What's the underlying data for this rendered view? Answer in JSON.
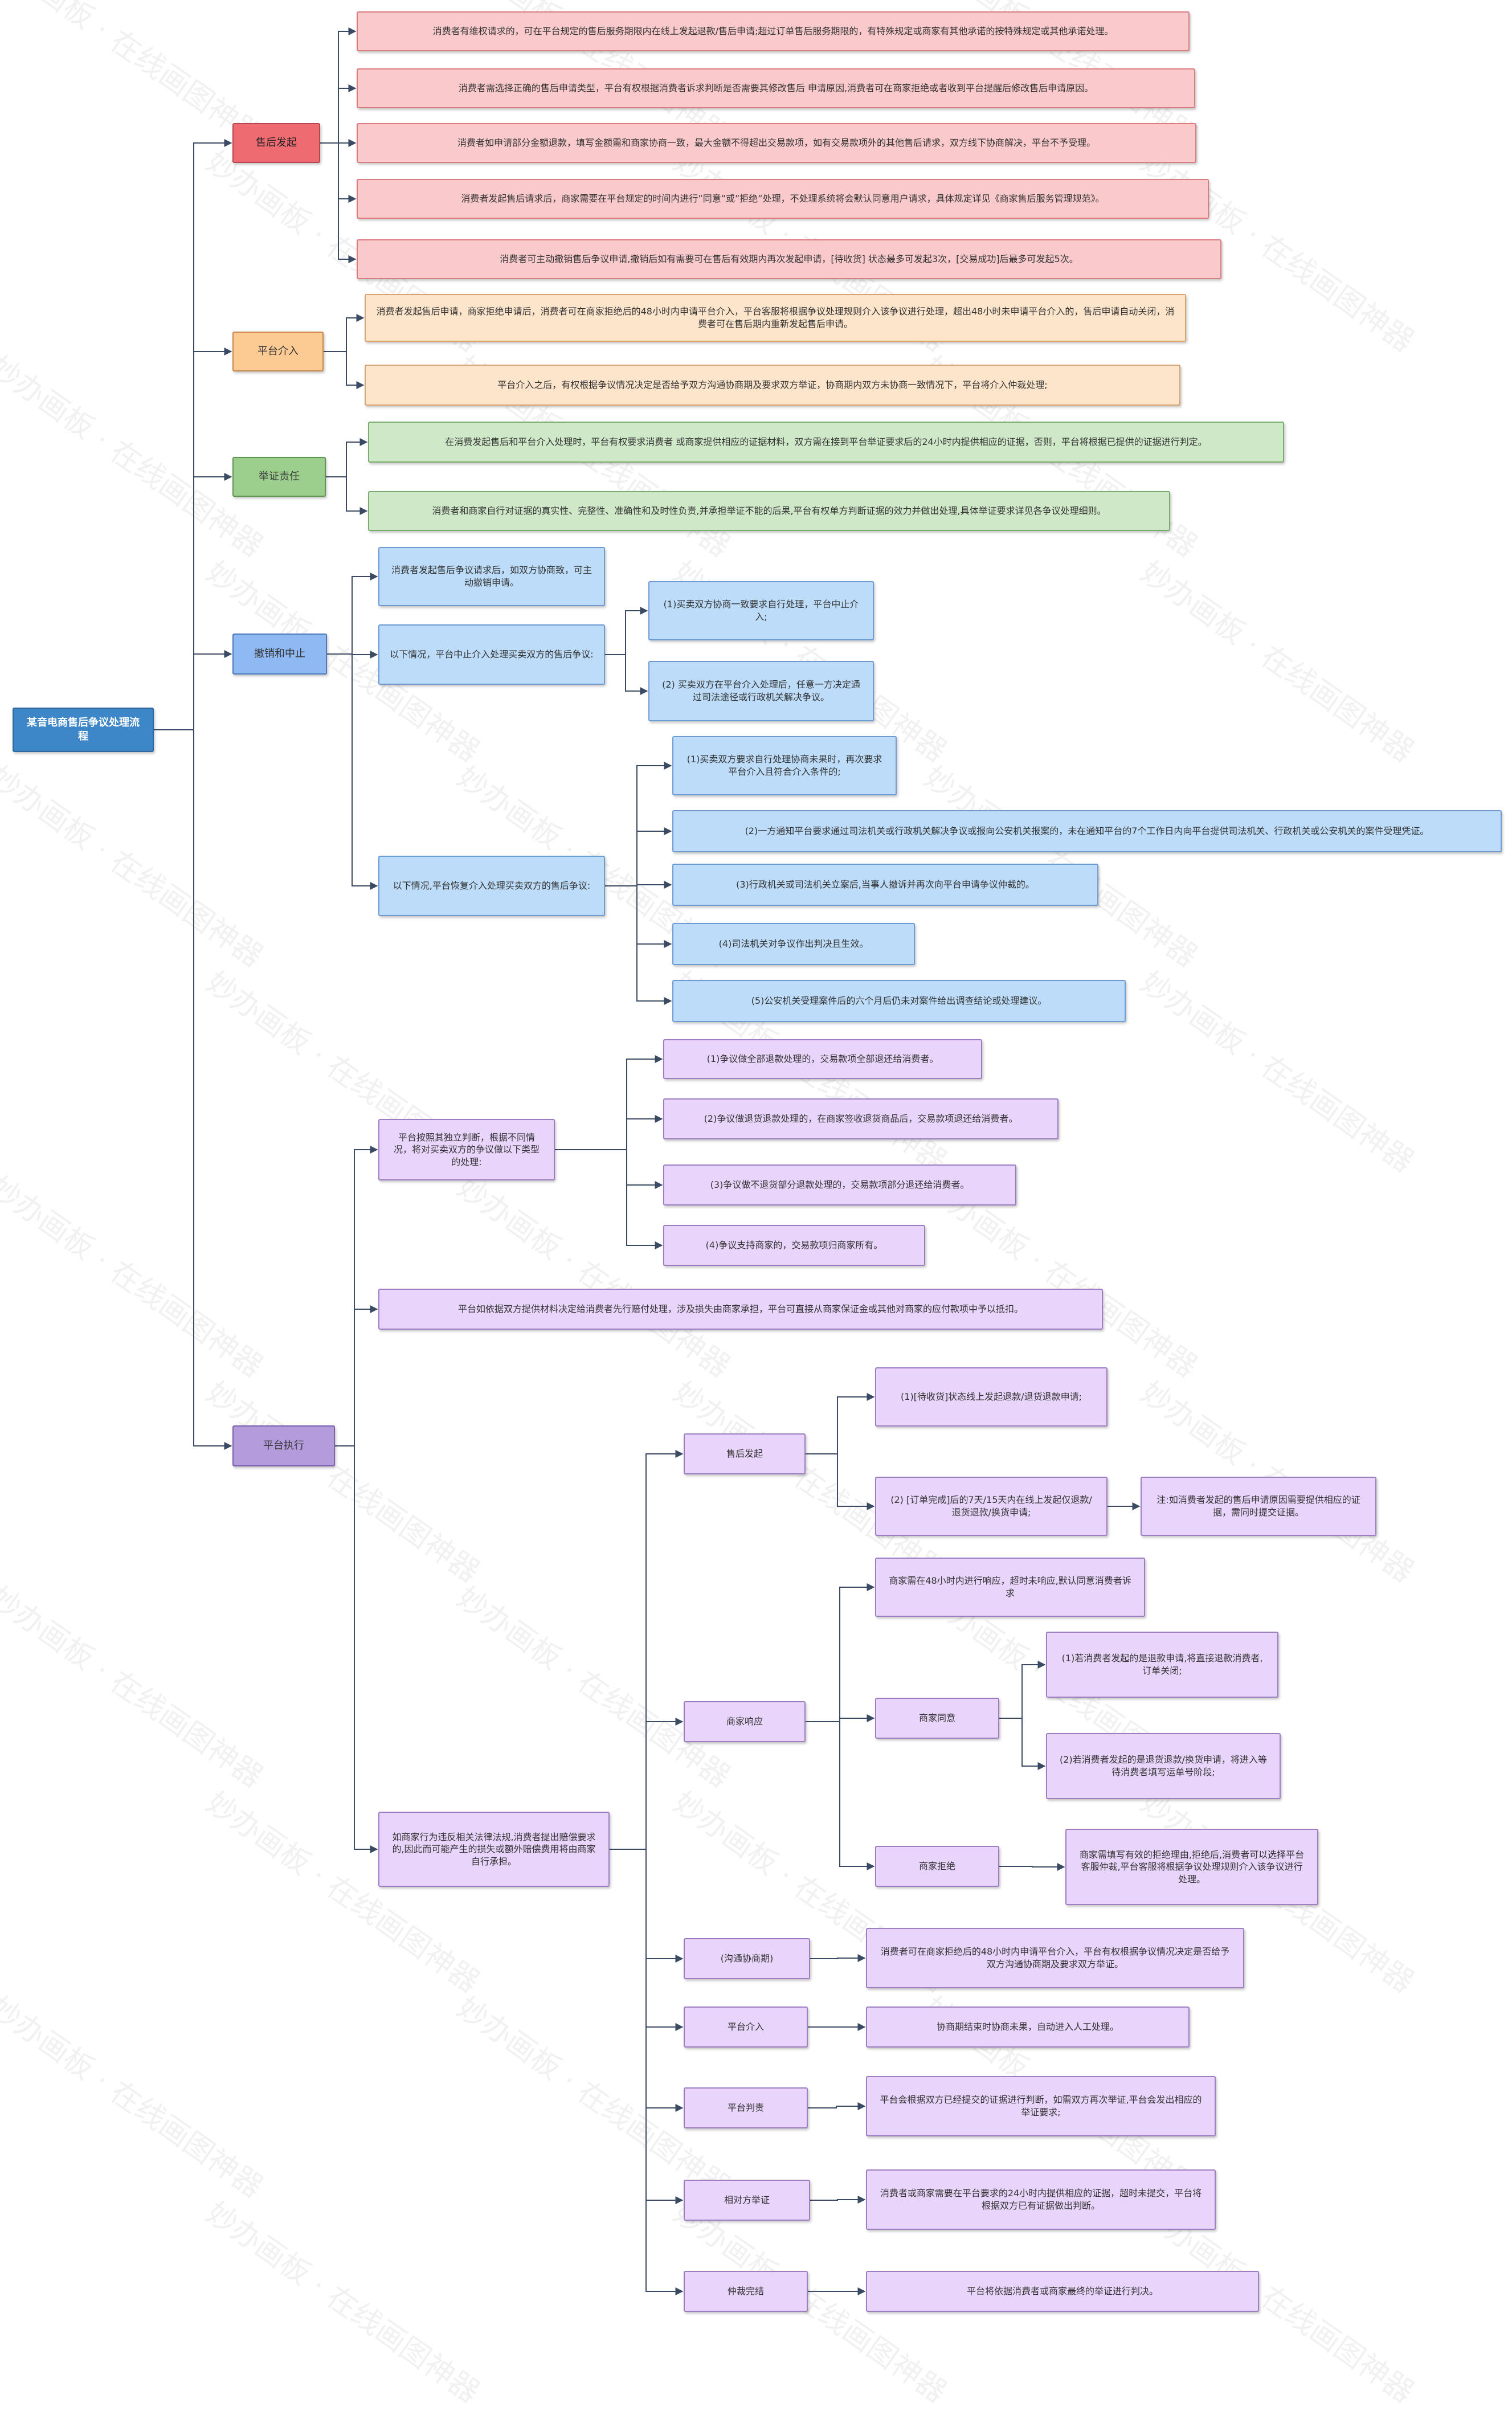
{
  "watermark": "妙办画板 · 在线画图神器",
  "colors": {
    "connector": "#3b4a63",
    "root": "#3d86c8",
    "after_sale": "#ef6b72",
    "platform_intervene": "#fccb94",
    "burden_of_proof": "#9ccf8e",
    "withdraw_suspend": "#8eb9f2",
    "platform_execute": "#b39bdc"
  },
  "root": {
    "label": "某音电商售后争议处理流程"
  },
  "branches": {
    "after_sale": {
      "label": "售后发起",
      "items": [
        "消费者有维权请求的，可在平台规定的售后服务期限内在线上发起退款/售后申请;超过订单售后服务期限的，有特殊规定或商家有其他承诺的按特殊规定或其他承诺处理。",
        "消费者需选择正确的售后申请类型，平台有权根据消费者诉求判断是否需要其修改售后 申请原因,消费者可在商家拒绝或者收到平台提醒后修改售后申请原因。",
        "消费者如申请部分金额退款，填写金额需和商家协商一致，最大金额不得超出交易款项，如有交易款项外的其他售后请求，双方线下协商解决，平台不予受理。",
        "消费者发起售后请求后，商家需要在平台规定的时间内进行”同意”或”拒绝”处理，不处理系统将会默认同意用户请求，具体规定详见《商家售后服务管理规范》。",
        "消费者可主动撤销售后争议申请,撤销后如有需要可在售后有效期内再次发起申请，[待收货] 状态最多可发起3次，[交易成功]后最多可发起5次。"
      ]
    },
    "platform_intervene": {
      "label": "平台介入",
      "items": [
        "消费者发起售后申请，商家拒绝申请后，消费者可在商家拒绝后的48小时内申请平台介入，平台客服将根据争议处理规则介入该争议进行处理，超出48小时未申请平台介入的，售后申请自动关闭，消费者可在售后期内重新发起售后申请。",
        "平台介入之后，有权根据争议情况决定是否给予双方沟通协商期及要求双方举证，协商期内双方未协商一致情况下，平台将介入仲裁处理;"
      ]
    },
    "burden_of_proof": {
      "label": "举证责任",
      "items": [
        "在消费发起售后和平台介入处理时，平台有权要求消费者 或商家提供相应的证据材料，双方需在接到平台举证要求后的24小时内提供相应的证据，否则，平台将根据已提供的证据进行判定。",
        "消费者和商家自行对证据的真实性、完整性、准确性和及时性负责,并承担举证不能的后果,平台有权单方判断证据的效力并做出处理,具体举证要求详见各争议处理细则。"
      ]
    },
    "withdraw_suspend": {
      "label": "撤销和中止",
      "items": [
        {
          "label": "消费者发起售后争议请求后，如双方协商致，可主动撤销申请。"
        },
        {
          "label": "以下情况，平台中止介入处理买卖双方的售后争议:",
          "children": [
            "(1)买卖双方协商一致要求自行处理，平台中止介入;",
            "(2) 买卖双方在平台介入处理后，任意一方决定通过司法途径或行政机关解决争议。"
          ]
        },
        {
          "label": "以下情况,平台恢复介入处理买卖双方的售后争议:",
          "children": [
            "(1)买卖双方要求自行处理协商未果时，再次要求平台介入且符合介入条件的;",
            "(2)一方通知平台要求通过司法机关或行政机关解决争议或报向公安机关报案的，未在通知平台的7个工作日内向平台提供司法机关、行政机关或公安机关的案件受理凭证。",
            "(3)行政机关或司法机关立案后,当事人撤诉并再次向平台申请争议仲裁的。",
            "(4)司法机关对争议作出判决且生效。",
            "(5)公安机关受理案件后的六个月后仍未对案件给出调查结论或处理建议。"
          ]
        }
      ]
    },
    "platform_execute": {
      "label": "平台执行",
      "items": [
        {
          "label": "平台按照其独立判断，根据不同情况，将对买卖双方的争议做以下类型的处理:",
          "children": [
            "(1)争议做全部退款处理的，交易款项全部退还给消费者。",
            "(2)争议做退货退款处理的，在商家签收退货商品后，交易款项退还给消费者。",
            "(3)争议做不退货部分退款处理的，交易款项部分退还给消费者。",
            "(4)争议支持商家的，交易款项归商家所有。"
          ]
        },
        {
          "label": "平台如依据双方提供材料决定给消费者先行赔付处理，涉及损失由商家承担，平台可直接从商家保证金或其他对商家的应付款项中予以抵扣。"
        },
        {
          "label": "如商家行为违反相关法律法规,消费者提出赔偿要求的,因此而可能产生的损失或额外赔偿费用将由商家自行承担。",
          "stages": {
            "after_sale": {
              "label": "售后发起",
              "opt1": "(1)[待收货]状态线上发起退款/退货退款申请;",
              "opt2": "(2) [订单完成]后的7天/15天内在线上发起仅退款/退货退款/换货申请;",
              "note": "注:如消费者发起的售后申请原因需要提供相应的证据，需同时提交证据。"
            },
            "merchant_response": {
              "label": "商家响应",
              "timeout": "商家需在48小时内进行响应，超时未响应,默认同意消费者诉求",
              "agree": "商家同意",
              "agree1": "(1)若消费者发起的是退款申请,将直接退款消费者,订单关闭;",
              "agree2": "(2)若消费者发起的是退货退款/换货申请，将进入等待消费者填写运单号阶段;",
              "reject": "商家拒绝",
              "reject_note": "商家需填写有效的拒绝理由,拒绝后,消费者可以选择平台客服仲裁,平台客服将根据争议处理规则介入该争议进行处理。"
            },
            "negotiation": {
              "label": "(沟通协商期)",
              "desc": "消费者可在商家拒绝后的48小时内申请平台介入，平台有权根据争议情况决定是否给予双方沟通协商期及要求双方举证。"
            },
            "intervene": {
              "label": "平台介入",
              "desc": "协商期结束时协商未果，自动进入人工处理。"
            },
            "judgement": {
              "label": "平台判责",
              "desc": "平台会根据双方已经提交的证据进行判断，如需双方再次举证,平台会发出相应的举证要求;"
            },
            "proof": {
              "label": "相对方举证",
              "desc": "消费者或商家需要在平台要求的24小时内提供相应的证据，超时未提交，平台将根据双方已有证据做出判断。"
            },
            "arbitration": {
              "label": "仲裁完结",
              "desc": "平台将依据消费者或商家最终的举证进行判决。"
            }
          }
        }
      ]
    }
  }
}
